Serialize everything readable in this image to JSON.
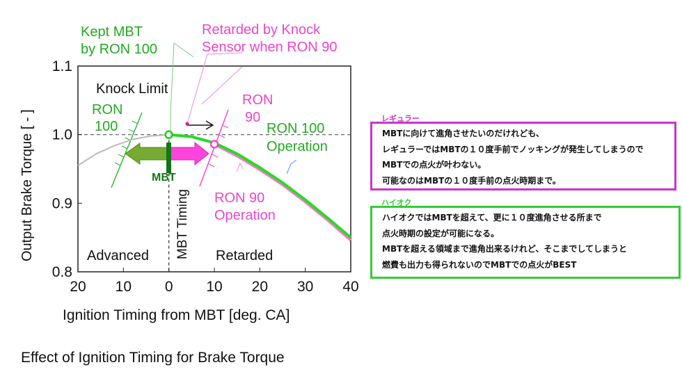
{
  "chart_data": {
    "type": "line",
    "title": "Effect of Ignition Timing  for Brake Torque",
    "xlabel": "Ignition Timing from MBT  [deg. CA]",
    "ylabel": "Output Brake Torque  [ - ]",
    "xlim": [
      -20,
      40
    ],
    "ylim": [
      0.8,
      1.1
    ],
    "x_tick_labels": [
      "20",
      "10",
      "0",
      "10",
      "20",
      "30",
      "40"
    ],
    "x_tick_values": [
      -20,
      -10,
      0,
      10,
      20,
      30,
      40
    ],
    "y_tick_labels": [
      "0.8",
      "0.9",
      "1.0",
      "1.1"
    ],
    "y_tick_values": [
      0.8,
      0.9,
      1.0,
      1.1
    ],
    "series": [
      {
        "name": "RON 100 Operation",
        "color": "#22cc22",
        "x": [
          0,
          5,
          10,
          15,
          20,
          25,
          30,
          35,
          40
        ],
        "y": [
          1.0,
          0.997,
          0.988,
          0.972,
          0.952,
          0.93,
          0.905,
          0.878,
          0.85
        ]
      },
      {
        "name": "RON 90 Operation",
        "color": "#ff66cc",
        "x": [
          10,
          15,
          20,
          25,
          30,
          35,
          40
        ],
        "y": [
          0.986,
          0.969,
          0.949,
          0.927,
          0.902,
          0.875,
          0.846
        ]
      },
      {
        "color": "#bbbbbb",
        "x": [
          -20,
          -16,
          -12,
          -8,
          -4,
          0
        ],
        "y": [
          0.955,
          0.972,
          0.984,
          0.993,
          0.998,
          1.0
        ]
      }
    ],
    "annotations": {
      "kept_mbt": [
        "Kept MBT",
        "by RON 100"
      ],
      "retarded": [
        "Retarded by Knock",
        "Sensor when RON 90"
      ],
      "knock_limit": "Knock Limit",
      "ron100_limit": [
        "RON",
        "100"
      ],
      "ron90_limit": [
        "RON",
        "90"
      ],
      "ron100_op": [
        "RON 100",
        "Operation"
      ],
      "ron90_op": [
        "RON 90",
        "Operation"
      ],
      "mbt": "MBT",
      "mbt_timing": "MBT Timing",
      "advanced": "Advanced",
      "retarded_region": "Retarded"
    },
    "grid": false
  },
  "regular": {
    "title": "レギュラー",
    "lines": [
      "MBTに向けて進角させたいのだけれども、",
      "レギュラーではMBTの１０度手前でノッキングが発生してしまうので",
      "MBTでの点火が叶わない。",
      "可能なのはMBTの１０度手前の点火時期まで。"
    ],
    "color": "#cc33cc"
  },
  "highoctane": {
    "title": "ハイオク",
    "lines": [
      "ハイオクではMBTを超えて、更に１０度進角させる所まで",
      "点火時期の設定が可能になる。",
      "MBTを超える領域まで進角出来るけれど、そこまでしてしまうと",
      "燃費も出力も得られないのでMBTでの点火がBEST"
    ],
    "color": "#33cc33"
  }
}
